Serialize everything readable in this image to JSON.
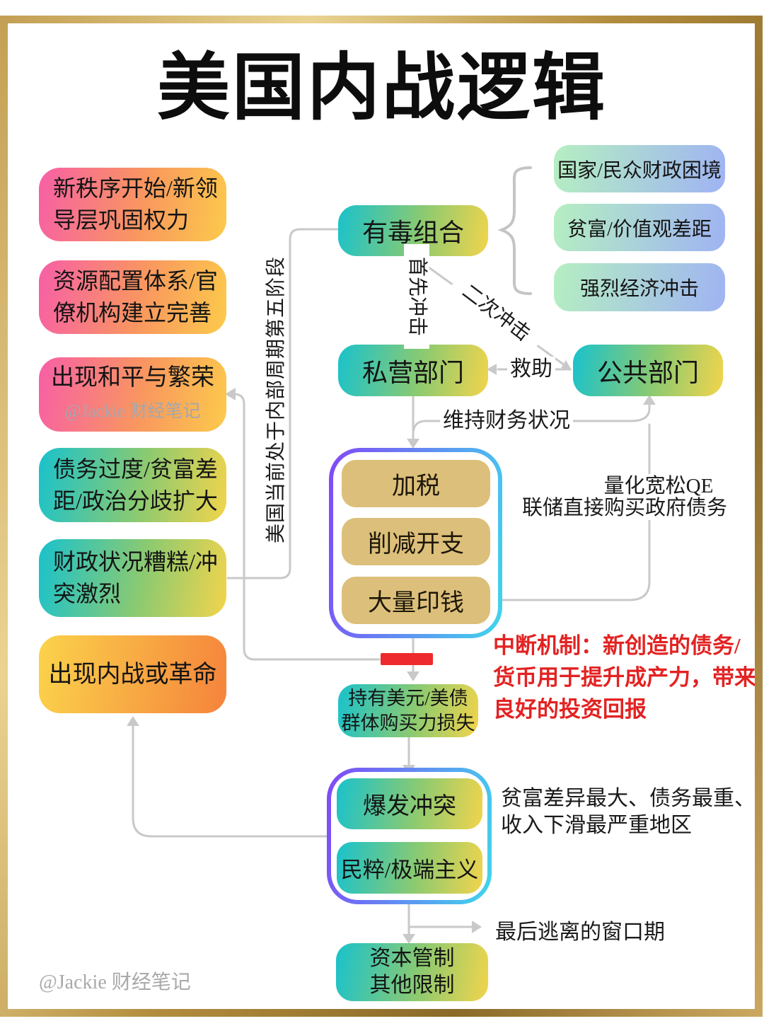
{
  "page": {
    "title": "美国内战逻辑",
    "watermark": "@Jackie 财经笔记"
  },
  "left_boxes": [
    {
      "line1": "新秩序开始/新领",
      "line2": "导层巩固权力"
    },
    {
      "line1": "资源配置体系/官",
      "line2": "僚机构建立完善"
    },
    {
      "line1": "出现和平与繁荣",
      "watermark": "@Jackie 财经笔记"
    },
    {
      "line1": "债务过度/贫富差",
      "line2": "距/政治分歧扩大"
    },
    {
      "line1": "财政状况糟糕/冲",
      "line2": "突激烈"
    },
    {
      "line1": "出现内战或革命"
    }
  ],
  "center": {
    "toxic_mix": "有毒组合",
    "private_sector": "私营部门",
    "public_sector": "公共部门"
  },
  "right_boxes": [
    "国家/民众财政困境",
    "贫富/价值观差距",
    "强烈经济冲击"
  ],
  "measures": [
    "加税",
    "削减开支",
    "大量印钱"
  ],
  "labels": {
    "first_hit": "首先冲击",
    "second_hit": "二次冲击",
    "bailout": "救助",
    "maintain_finance": "维持财务状况",
    "qe_line1": "量化宽松QE",
    "qe_line2": "联储直接购买政府债务",
    "cycle_stage": "美国当前处于内部周期第五阶段",
    "escape_window": "最后逃离的窗口期"
  },
  "red_note": {
    "line1": "中断机制：新创造的债务/",
    "line2": "货币用于提升成产力，带来",
    "line3": "良好的投资回报"
  },
  "dollar_box": {
    "line1": "持有美元/美债",
    "line2": "群体购买力损失"
  },
  "conflict_boxes": [
    "爆发冲突",
    "民粹/极端主义"
  ],
  "region_note": {
    "line1": "贫富差异最大、债务最重、",
    "line2": "收入下滑最严重地区"
  },
  "capital_box": {
    "line1": "资本管制",
    "line2": "其他限制"
  },
  "colors": {
    "line_gray": "#c9c9c9",
    "red_accent": "#e32222",
    "break_bar": "#ef2a2e",
    "gold_frame": "#c9a558",
    "purple_border": "#8148f7",
    "cyan_border": "#40d6ec"
  }
}
